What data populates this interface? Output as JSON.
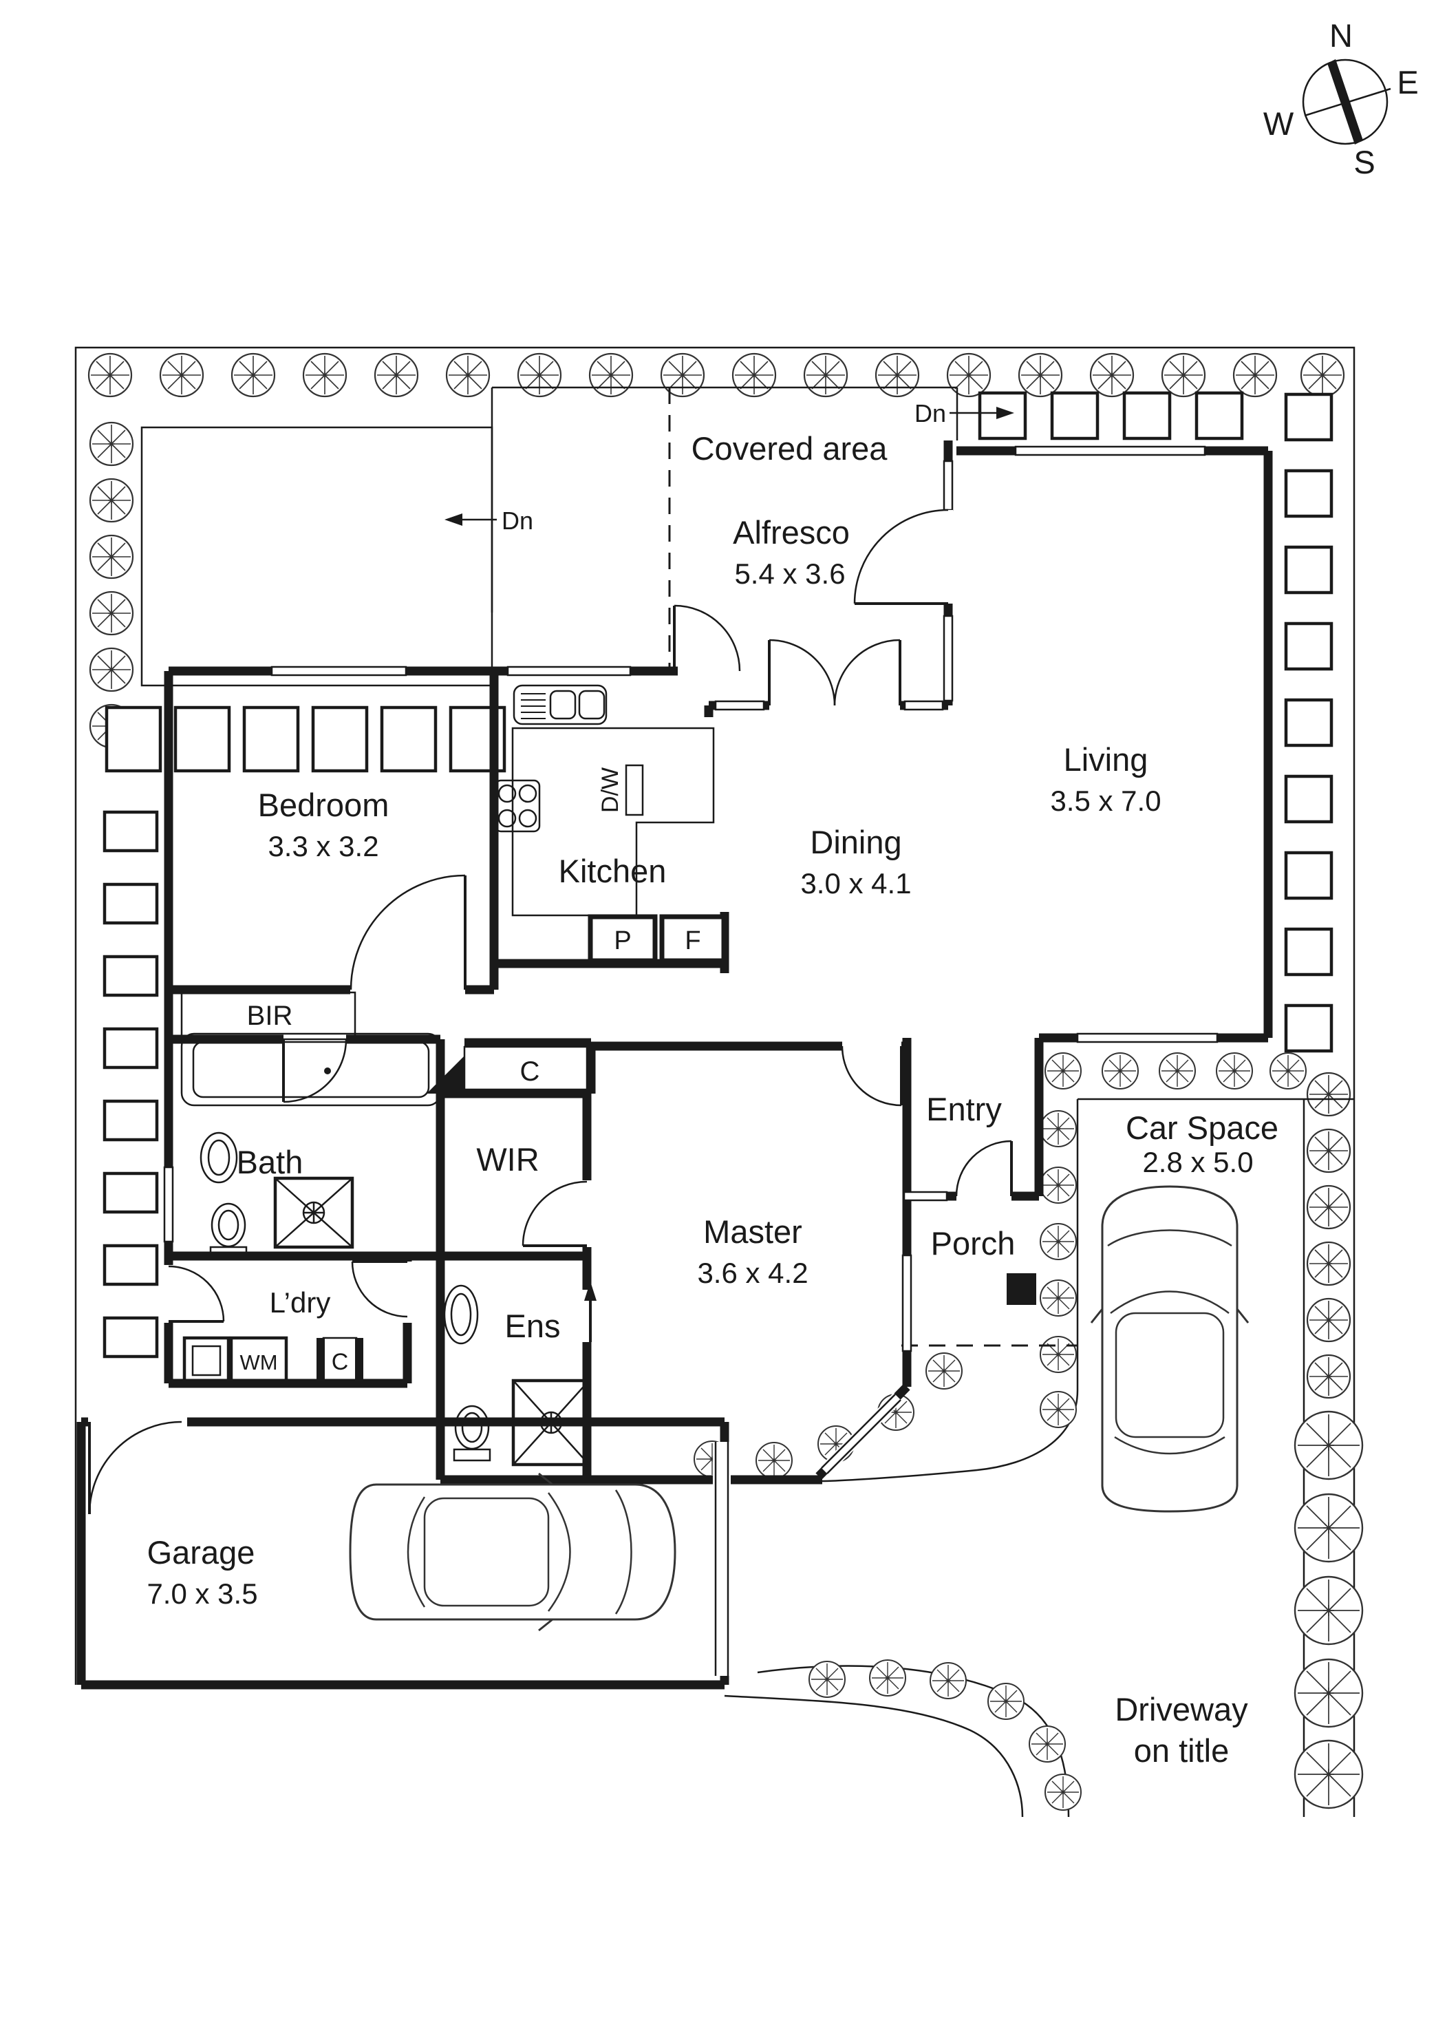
{
  "compass": {
    "n": "N",
    "e": "E",
    "s": "S",
    "w": "W"
  },
  "rooms": {
    "covered_area": {
      "label": "Covered area"
    },
    "alfresco": {
      "label": "Alfresco",
      "dims": "5.4 x 3.6"
    },
    "living": {
      "label": "Living",
      "dims": "3.5 x 7.0"
    },
    "dining": {
      "label": "Dining",
      "dims": "3.0 x 4.1"
    },
    "kitchen": {
      "label": "Kitchen"
    },
    "bedroom": {
      "label": "Bedroom",
      "dims": "3.3 x 3.2"
    },
    "master": {
      "label": "Master",
      "dims": "3.6 x 4.2"
    },
    "bath": {
      "label": "Bath"
    },
    "ensuite": {
      "label": "Ens"
    },
    "wir": {
      "label": "WIR"
    },
    "bir": {
      "label": "BIR"
    },
    "laundry": {
      "label": "L’dry"
    },
    "entry": {
      "label": "Entry"
    },
    "porch": {
      "label": "Porch"
    },
    "garage": {
      "label": "Garage",
      "dims": "7.0 x 3.5"
    },
    "car_space": {
      "label": "Car Space",
      "dims": "2.8 x 5.0"
    },
    "driveway": {
      "line1": "Driveway",
      "line2": "on title"
    }
  },
  "fixtures": {
    "dishwasher": "D/W",
    "pantry": "P",
    "fridge": "F",
    "washing_machine": "WM",
    "laundry_cupboard": "C",
    "hall_cupboard": "C"
  },
  "annotations": {
    "dn_top": "Dn",
    "dn_left": "Dn"
  },
  "colors": {
    "line": "#1a1a1a",
    "background": "#ffffff"
  },
  "icons": {
    "tree": "tree-icon",
    "shrub": "shrub-icon",
    "paver": "paver-icon",
    "car": "car-icon",
    "compass": "compass-icon"
  }
}
